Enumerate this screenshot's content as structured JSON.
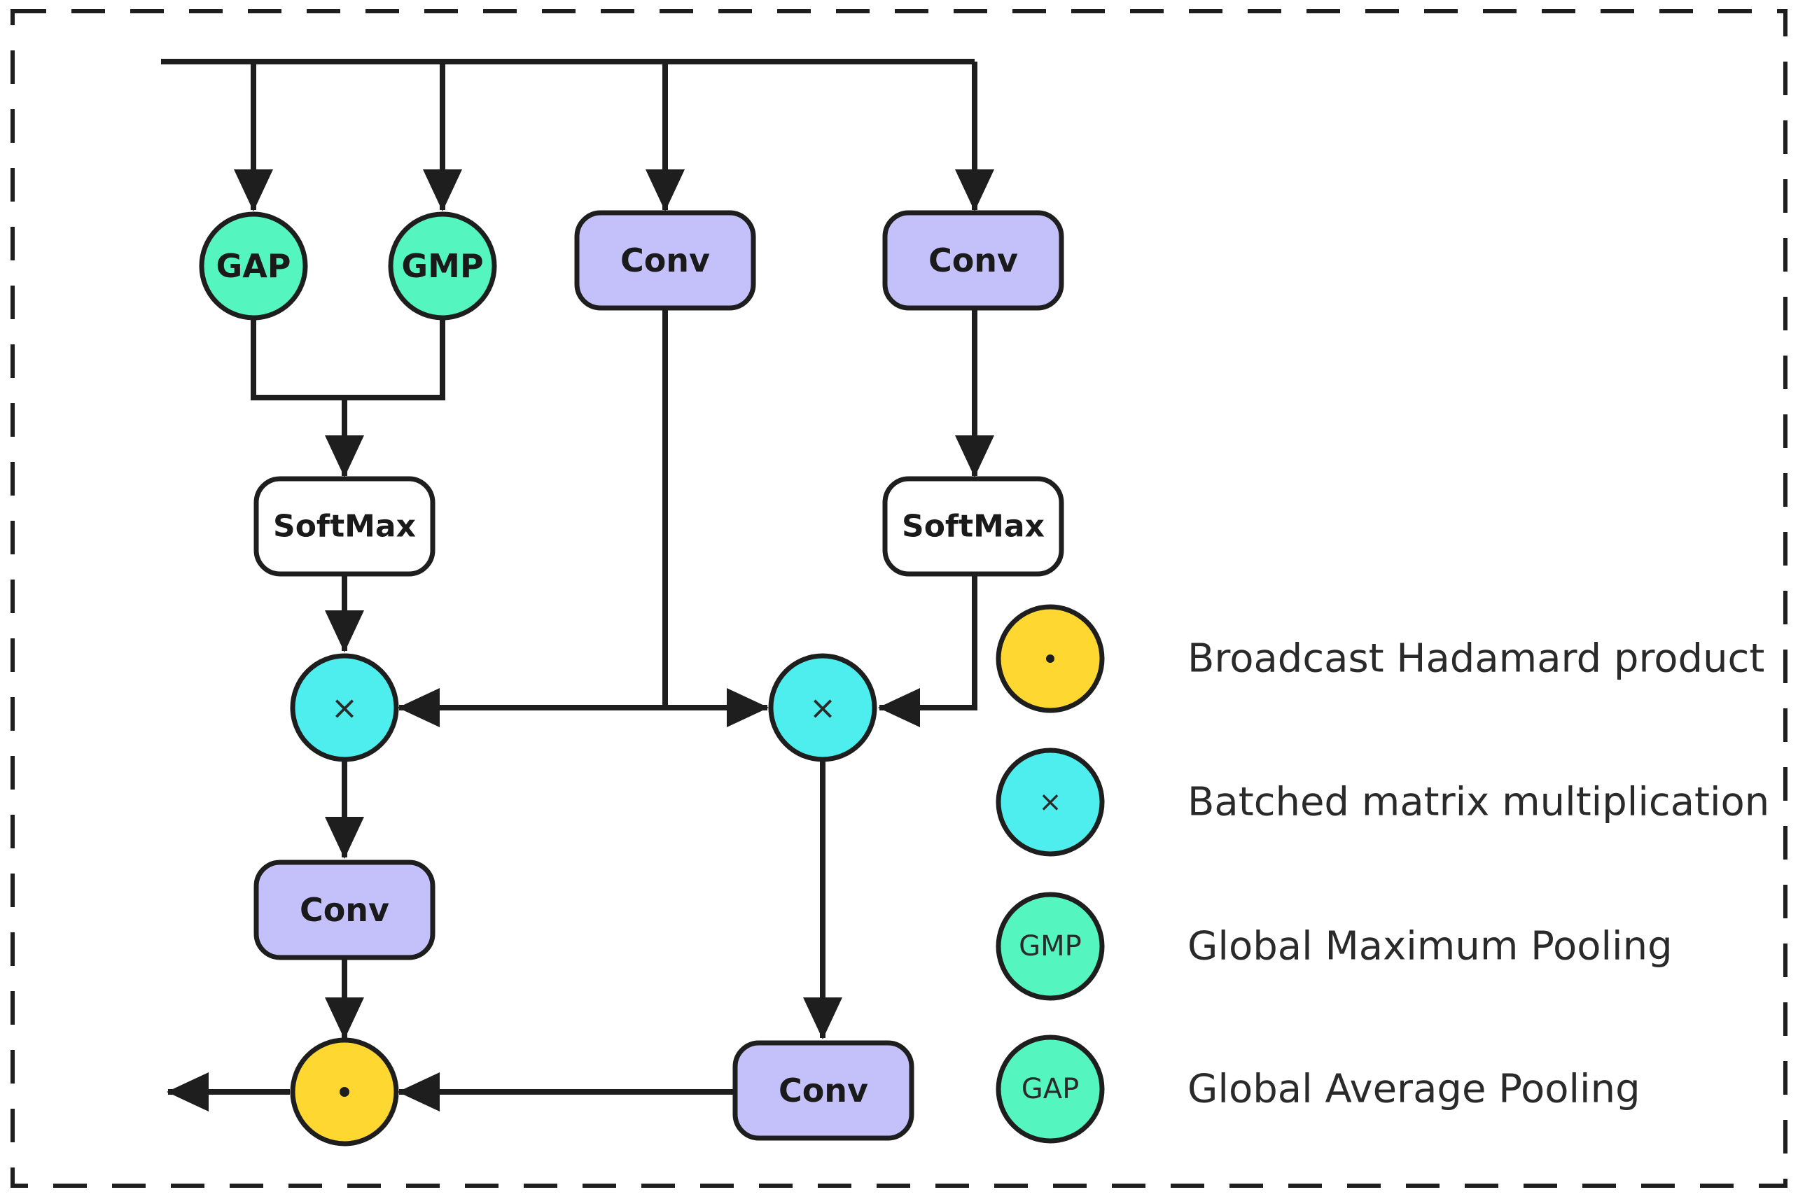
{
  "colors": {
    "pool": "#55f5bf",
    "conv": "#c4c0fa",
    "softmax": "#ffffff",
    "matmul": "#4eeeee",
    "hadamard": "#ffd731",
    "stroke": "#1e1e1e",
    "frame": "#1e1e1e"
  },
  "nodes": {
    "gap": "GAP",
    "gmp": "GMP",
    "conv_a": "Conv",
    "conv_b": "Conv",
    "softmax_left": "SoftMax",
    "softmax_right": "SoftMax",
    "matmul_left": "×",
    "matmul_right": "×",
    "conv_left": "Conv",
    "conv_bottom": "Conv",
    "hadamard": "·"
  },
  "legend": [
    {
      "symbol": "·",
      "text": "Broadcast Hadamard product",
      "color": "#ffd731"
    },
    {
      "symbol": "×",
      "text": "Batched matrix multiplication",
      "color": "#4eeeee"
    },
    {
      "symbol": "GMP",
      "text": "Global Maximum Pooling",
      "color": "#55f5bf"
    },
    {
      "symbol": "GAP",
      "text": "Global Average Pooling",
      "color": "#55f5bf"
    }
  ]
}
